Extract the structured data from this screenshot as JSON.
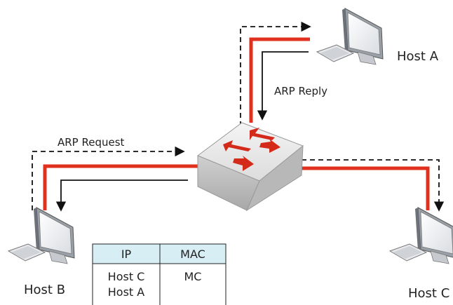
{
  "labels": {
    "arp_request": "ARP Request",
    "arp_reply": "ARP Reply"
  },
  "hosts": {
    "a": "Host A",
    "b": "Host B",
    "c": "Host C"
  },
  "arp_table": {
    "headers": [
      "IP",
      "MAC"
    ],
    "ip_values": [
      "Host C",
      "Host A"
    ],
    "mac_values": [
      "MC"
    ]
  },
  "colors": {
    "link": "#e0301e",
    "switch_top": "#e8e8e8",
    "switch_side": "#c8c8c8",
    "switch_arrow": "#d42a1a",
    "table_header": "#d6eef4"
  }
}
